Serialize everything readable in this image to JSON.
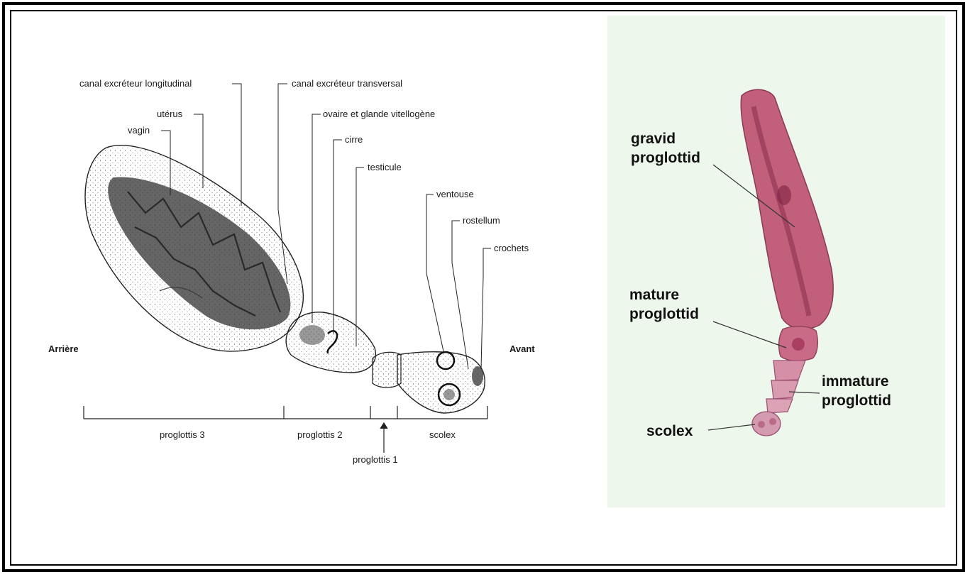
{
  "drawing": {
    "labels": {
      "canal_long": "canal excréteur longitudinal",
      "canal_trans": "canal excréteur transversal",
      "uterus": "utérus",
      "ovaire": "ovaire et glande vitellogène",
      "vagin": "vagin",
      "cirre": "cirre",
      "testicule": "testicule",
      "ventouse": "ventouse",
      "rostellum": "rostellum",
      "crochets": "crochets",
      "arriere": "Arrière",
      "avant": "Avant",
      "proglottis3": "proglottis 3",
      "proglottis2": "proglottis 2",
      "proglottis1": "proglottis 1",
      "scolex": "scolex"
    }
  },
  "photo": {
    "labels": {
      "gravid_1": "gravid",
      "gravid_2": "proglottid",
      "mature_1": "mature",
      "mature_2": "proglottid",
      "immature_1": "immature",
      "immature_2": "proglottid",
      "scolex": "scolex"
    }
  }
}
